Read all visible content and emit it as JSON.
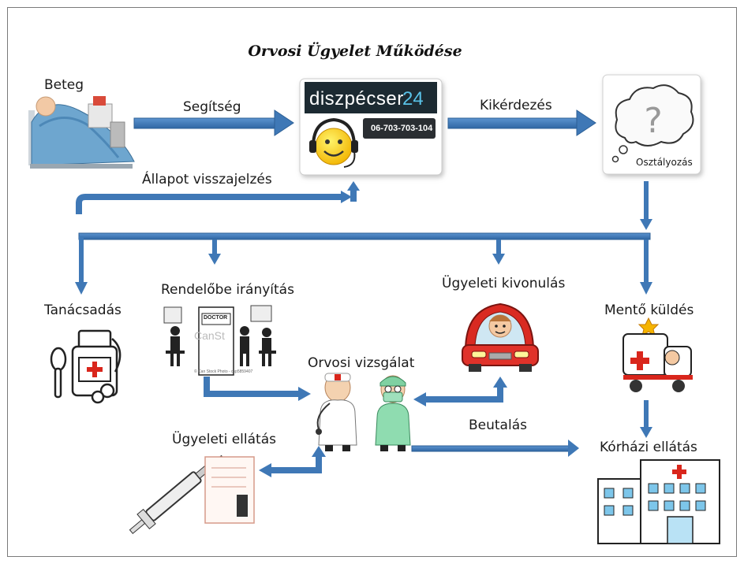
{
  "title": "Orvosi Ügyelet Működése",
  "nodes": {
    "beteg": "Beteg",
    "segitseg": "Segítség",
    "diszpecser_brand": "diszpécser",
    "diszpecser_num": "24",
    "phone": "06-703-703-104",
    "kikerdezes": "Kikérdezés",
    "osztalyozas": "Osztályozás",
    "allapot": "Állapot visszajelzés",
    "tanacsadas": "Tanácsadás",
    "rendelobe": "Rendelőbe irányítás",
    "kivonulas": "Ügyeleti kivonulás",
    "mento": "Mentő küldés",
    "vizsgalat": "Orvosi vizsgálat",
    "beutalas": "Beutalás",
    "ellatas": "Ügyeleti ellátás",
    "korhazi": "Kórházi ellátás",
    "doctor_sign": "DOCTOR",
    "watermark": "CanSt",
    "stock_caption": "© Can Stock Photo - csp5859407"
  },
  "colors": {
    "arrow": "#3f78b6",
    "arrow_dark": "#2c5f96",
    "brand_bg": "#1e2a33",
    "brand_accent": "#59c2e8"
  }
}
